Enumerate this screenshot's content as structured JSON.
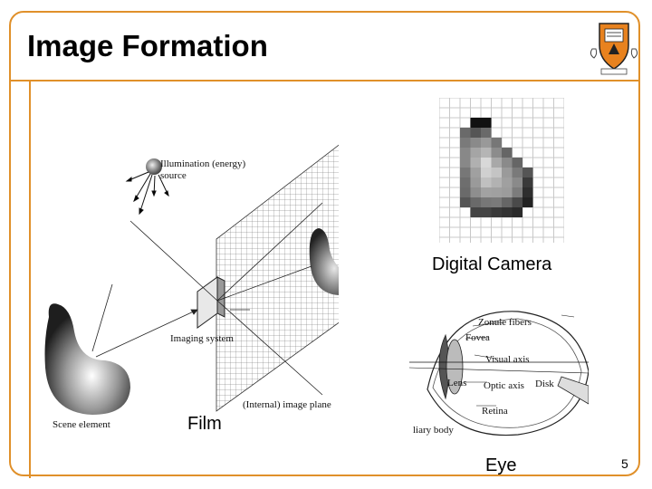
{
  "slide": {
    "title": "Image Formation",
    "page_number": "5"
  },
  "labels": {
    "digital_camera": "Digital Camera",
    "film": "Film",
    "eye": "Eye"
  },
  "figure_text": {
    "illumination": "Illumination (energy)",
    "source": "source",
    "imaging_system": "Imaging system",
    "internal_plane": "(Internal) image plane",
    "scene_element": "Scene element",
    "zonule": "Zonule fibers",
    "fovea": "Fovea",
    "visual_axis": "Visual axis",
    "lens": "Lens",
    "optic_axis": "Optic axis",
    "disk": "Disk",
    "retina": "Retina",
    "ciliary": "liary body"
  },
  "colors": {
    "accent": "#e0902a"
  }
}
